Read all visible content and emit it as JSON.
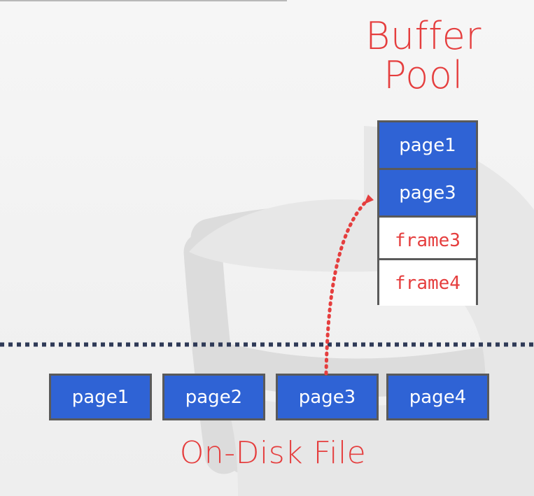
{
  "diagram": {
    "title_lines": [
      "Buffer",
      "Pool"
    ],
    "buffer_pool": [
      {
        "label": "page1",
        "state": "used"
      },
      {
        "label": "page3",
        "state": "used"
      },
      {
        "label": "frame3",
        "state": "free"
      },
      {
        "label": "frame4",
        "state": "free"
      }
    ],
    "disk_pages": [
      "page1",
      "page2",
      "page3",
      "page4"
    ],
    "disk_caption": "On-Disk File",
    "colors": {
      "accent_red": "#e53e3e",
      "page_blue": "#2f63d5",
      "border_gray": "#5a5a5a",
      "divider_navy": "#2f3a57",
      "watermark_gray": "#dcdcdc"
    },
    "icons": {
      "watermark": "database-icon"
    }
  }
}
